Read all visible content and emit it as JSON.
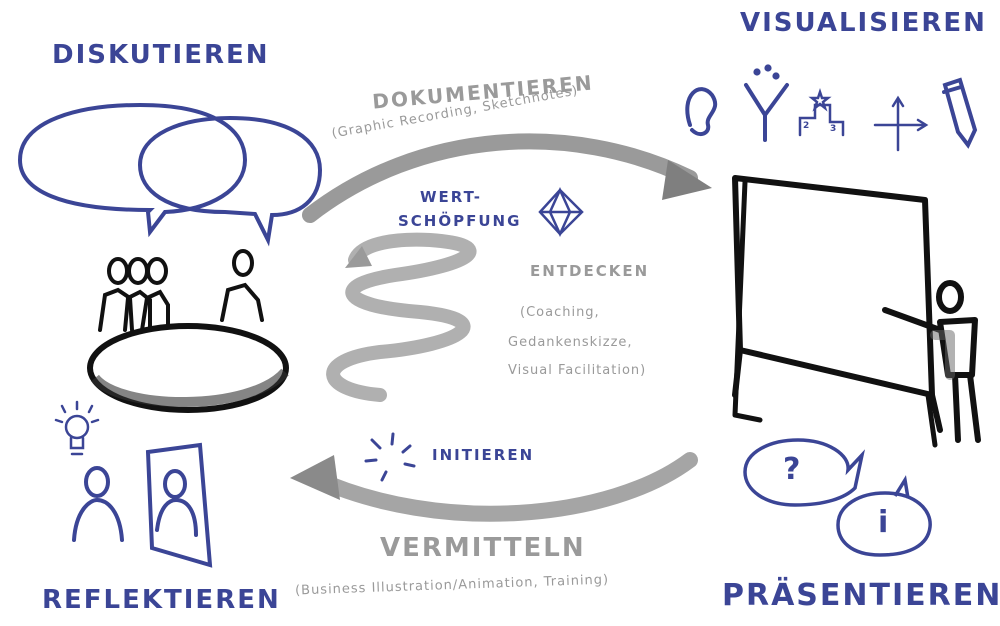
{
  "colors": {
    "ink_blue": "#3b4596",
    "ink_grey": "#9a9a9a",
    "ink_black": "#111111"
  },
  "labels": {
    "diskutieren": "DISKUTIEREN",
    "visualisieren": "VISUALISIEREN",
    "dokumentieren": "DOKUMENTIEREN",
    "dokumentieren_note": "(Graphic Recording, Sketchnotes)",
    "wert_1": "WERT-",
    "wert_2": "SCHÖPFUNG",
    "entdecken": "ENTDECKEN",
    "entdecken_note_1": "(Coaching,",
    "entdecken_note_2": "Gedankenskizze,",
    "entdecken_note_3": "Visual Facilitation)",
    "initieren": "INITIEREN",
    "vermitteln": "VERMITTELN",
    "vermitteln_note": "(Business Illustration/Animation, Training)",
    "reflektieren": "REFLEKTIEREN",
    "praesentieren": "PRÄSENTIEREN",
    "question_mark": "?",
    "info_mark": "i",
    "podium_2": "2",
    "podium_3": "3"
  }
}
